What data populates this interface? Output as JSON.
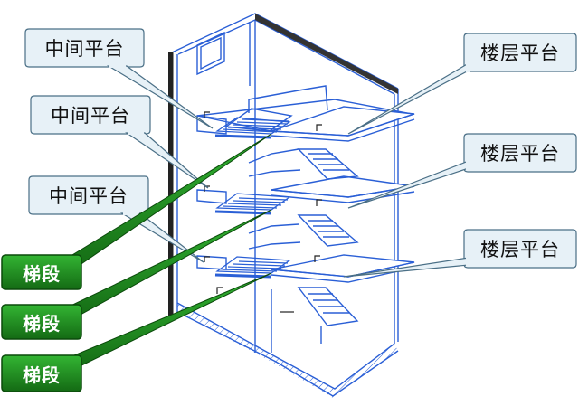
{
  "labels": {
    "middle_platforms": [
      "中间平台",
      "中间平台",
      "中间平台"
    ],
    "floor_platforms": [
      "楼层平台",
      "楼层平台",
      "楼层平台"
    ],
    "flights": [
      "梯段",
      "梯段",
      "梯段"
    ]
  },
  "colors": {
    "line_blue": "#2a5fd6",
    "callout_fill": "#e7f1f7",
    "callout_stroke": "#4a6f86",
    "flight_fill": "#1f8a1f",
    "flight_stroke": "#0b4a0b",
    "shadow_hatch": "#2a5fd6"
  }
}
